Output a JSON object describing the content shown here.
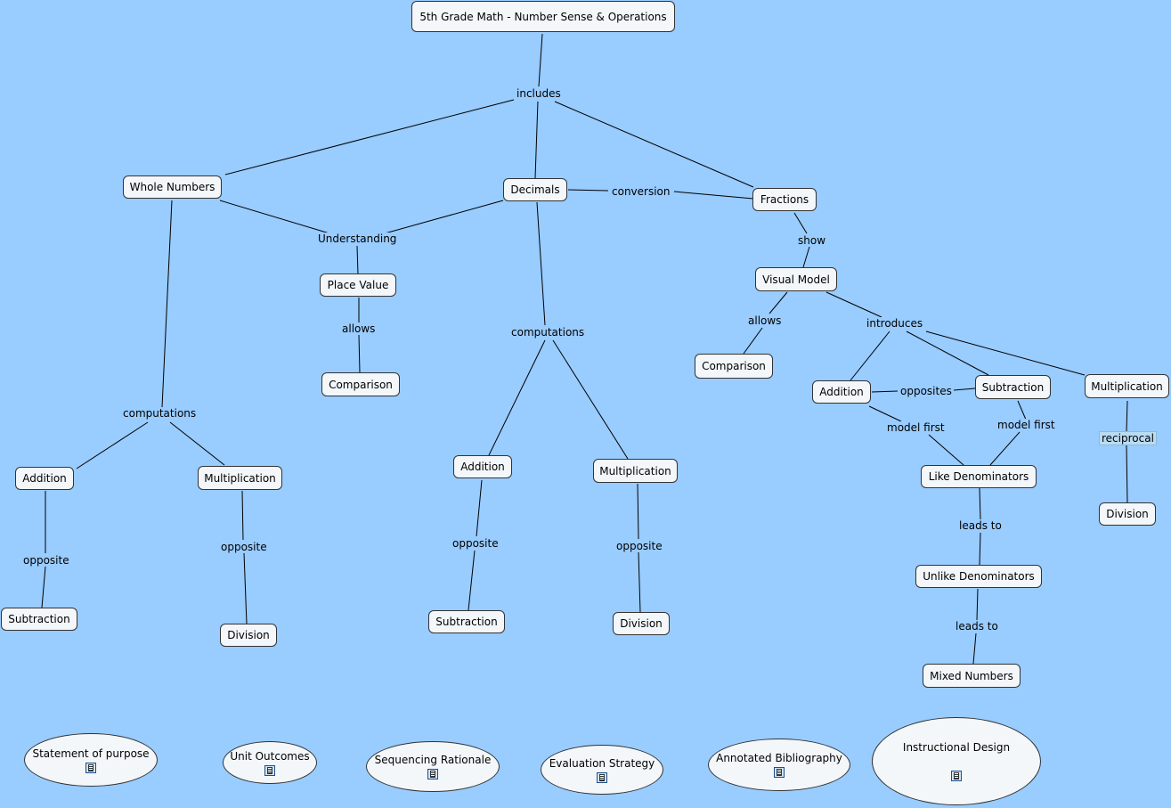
{
  "title": "5th Grade Math - Number Sense & Operations",
  "nodes": {
    "whole": "Whole Numbers",
    "decimals": "Decimals",
    "fractions": "Fractions",
    "place_value": "Place Value",
    "comparison_pv": "Comparison",
    "visual_model": "Visual Model",
    "comparison_vm": "Comparison",
    "wn_addition": "Addition",
    "wn_multiplication": "Multiplication",
    "wn_subtraction": "Subtraction",
    "wn_division": "Division",
    "dec_addition": "Addition",
    "dec_multiplication": "Multiplication",
    "dec_subtraction": "Subtraction",
    "dec_division": "Division",
    "fr_addition": "Addition",
    "fr_subtraction": "Subtraction",
    "fr_multiplication": "Multiplication",
    "fr_division": "Division",
    "like_den": "Like Denominators",
    "unlike_den": "Unlike Denominators",
    "mixed": "Mixed Numbers"
  },
  "labels": {
    "includes": "includes",
    "conversion": "conversion",
    "understanding": "Understanding",
    "allows_pv": "allows",
    "show": "show",
    "allows_vm": "allows",
    "introduces": "introduces",
    "wn_computations": "computations",
    "dec_computations": "computations",
    "wn_opposite_add": "opposite",
    "wn_opposite_mul": "opposite",
    "dec_opposite_add": "opposite",
    "dec_opposite_mul": "opposite",
    "opposites": "opposites",
    "model_first_add": "model first",
    "model_first_sub": "model first",
    "reciprocal": "reciprocal",
    "leads_to_1": "leads to",
    "leads_to_2": "leads to"
  },
  "resources": {
    "purpose": "Statement of purpose",
    "outcomes": "Unit Outcomes",
    "sequencing": "Sequencing Rationale",
    "evaluation": "Evaluation Strategy",
    "bibliography": "Annotated Bibliography",
    "design": "Instructional Design"
  },
  "resource_icon": "document-icon",
  "colors": {
    "background": "#99ccff",
    "node": "#f3f7fa",
    "line": "#000000"
  }
}
